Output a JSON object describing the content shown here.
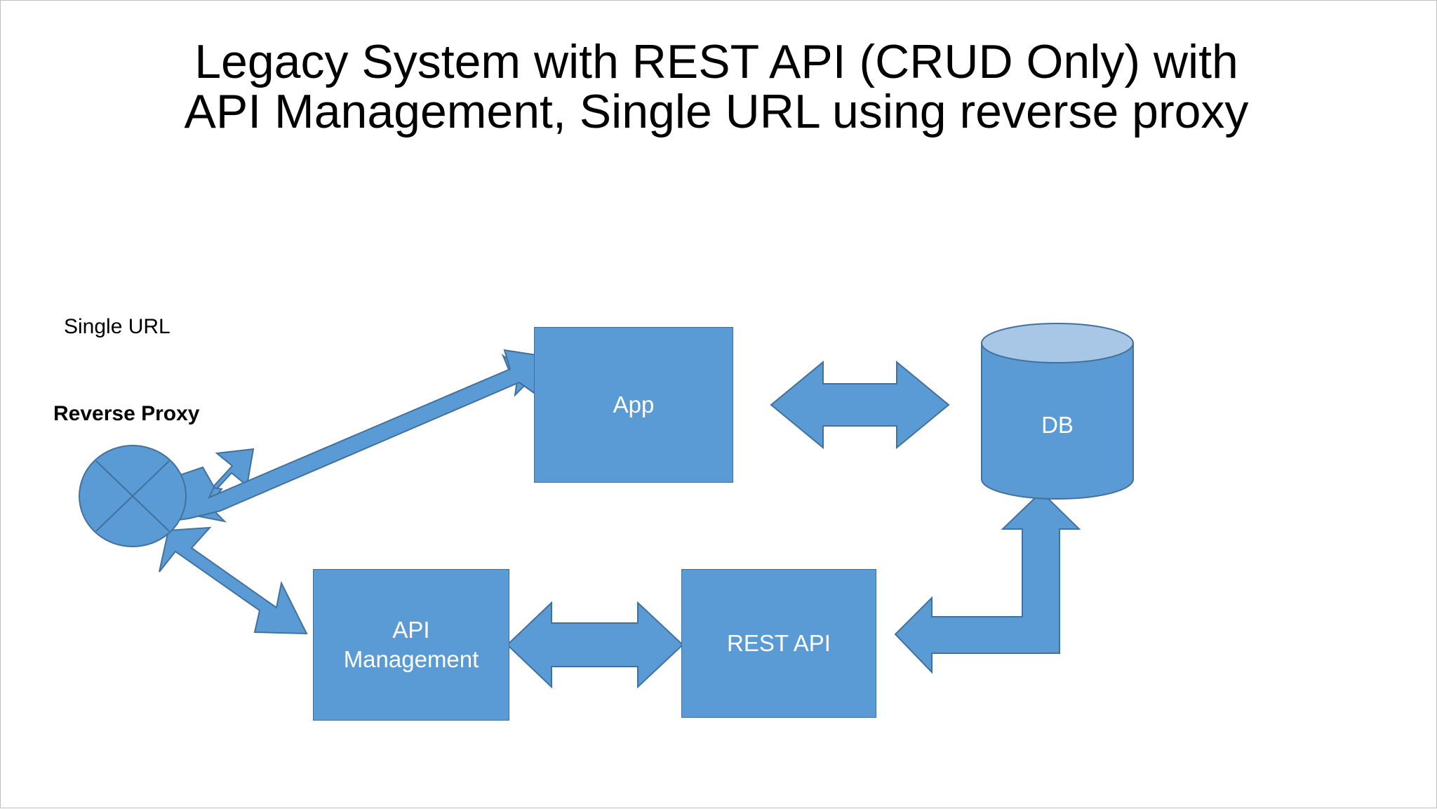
{
  "slide": {
    "title": "Legacy System with REST API (CRUD Only) with\nAPI Management,  Single URL using reverse proxy",
    "background_color": "#ffffff",
    "border_color": "#bfbfbf"
  },
  "palette": {
    "shape_fill": "#5B9BD5",
    "shape_stroke": "#41719C",
    "cylinder_top_fill": "#A8C6E5",
    "shape_text": "#ffffff",
    "label_text": "#000000"
  },
  "labels": {
    "single_url": "Single URL",
    "reverse_proxy": "Reverse Proxy"
  },
  "nodes": {
    "proxy": {
      "name": "Reverse Proxy",
      "shape": "circle-with-x",
      "label": ""
    },
    "app": {
      "name": "App",
      "shape": "rectangle",
      "label": "App"
    },
    "db": {
      "name": "DB",
      "shape": "cylinder",
      "label": "DB"
    },
    "api_management": {
      "name": "API Management",
      "shape": "rectangle",
      "label": "API\nManagement"
    },
    "rest_api": {
      "name": "REST API",
      "shape": "rectangle",
      "label": "REST API"
    }
  },
  "connections": [
    {
      "id": "proxy-app",
      "from": "Reverse Proxy",
      "to": "App",
      "style": "double-headed diagonal arrow"
    },
    {
      "id": "proxy-apim",
      "from": "Reverse Proxy",
      "to": "API Management",
      "style": "double-headed diagonal arrow"
    },
    {
      "id": "app-db",
      "from": "App",
      "to": "DB",
      "style": "double-headed horizontal arrow"
    },
    {
      "id": "apim-rest",
      "from": "API Management",
      "to": "REST API",
      "style": "double-headed horizontal arrow"
    },
    {
      "id": "rest-db",
      "from": "REST API",
      "to": "DB",
      "style": "double-headed bent elbow arrow"
    }
  ]
}
